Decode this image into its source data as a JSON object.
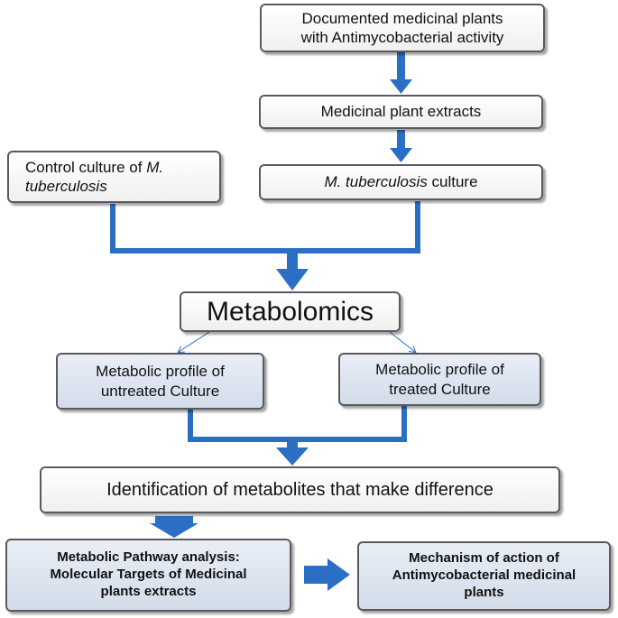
{
  "nodes": {
    "documented": {
      "line1": "Documented medicinal plants",
      "line2": "with Antimycobacterial activity"
    },
    "extracts": {
      "text": "Medicinal plant extracts"
    },
    "control": {
      "prefix": "Control culture of ",
      "italic1": "M.",
      "italic2": "tuberculosis"
    },
    "mtb_culture": {
      "italic": "M. tuberculosis",
      "suffix": " culture"
    },
    "metabolomics": {
      "text": "Metabolomics"
    },
    "untreated": {
      "line1": "Metabolic profile of",
      "line2": "untreated Culture"
    },
    "treated": {
      "line1": "Metabolic profile",
      "line1b": " of",
      "line2": "treated Culture"
    },
    "identification": {
      "text": "Identification of metabolites that make difference"
    },
    "pathway": {
      "line1": "Metabolic Pathway analysis:",
      "line2": "Molecular Targets of Medicinal",
      "line3": "plants extracts"
    },
    "mechanism": {
      "line1": "Mechanism of action of",
      "line2": "Antimycobacterial medicinal",
      "line3": "plants"
    }
  },
  "colors": {
    "arrow": "#2b6fc4",
    "border": "#5a5a5a",
    "box_blue": "#dbe3ef"
  }
}
